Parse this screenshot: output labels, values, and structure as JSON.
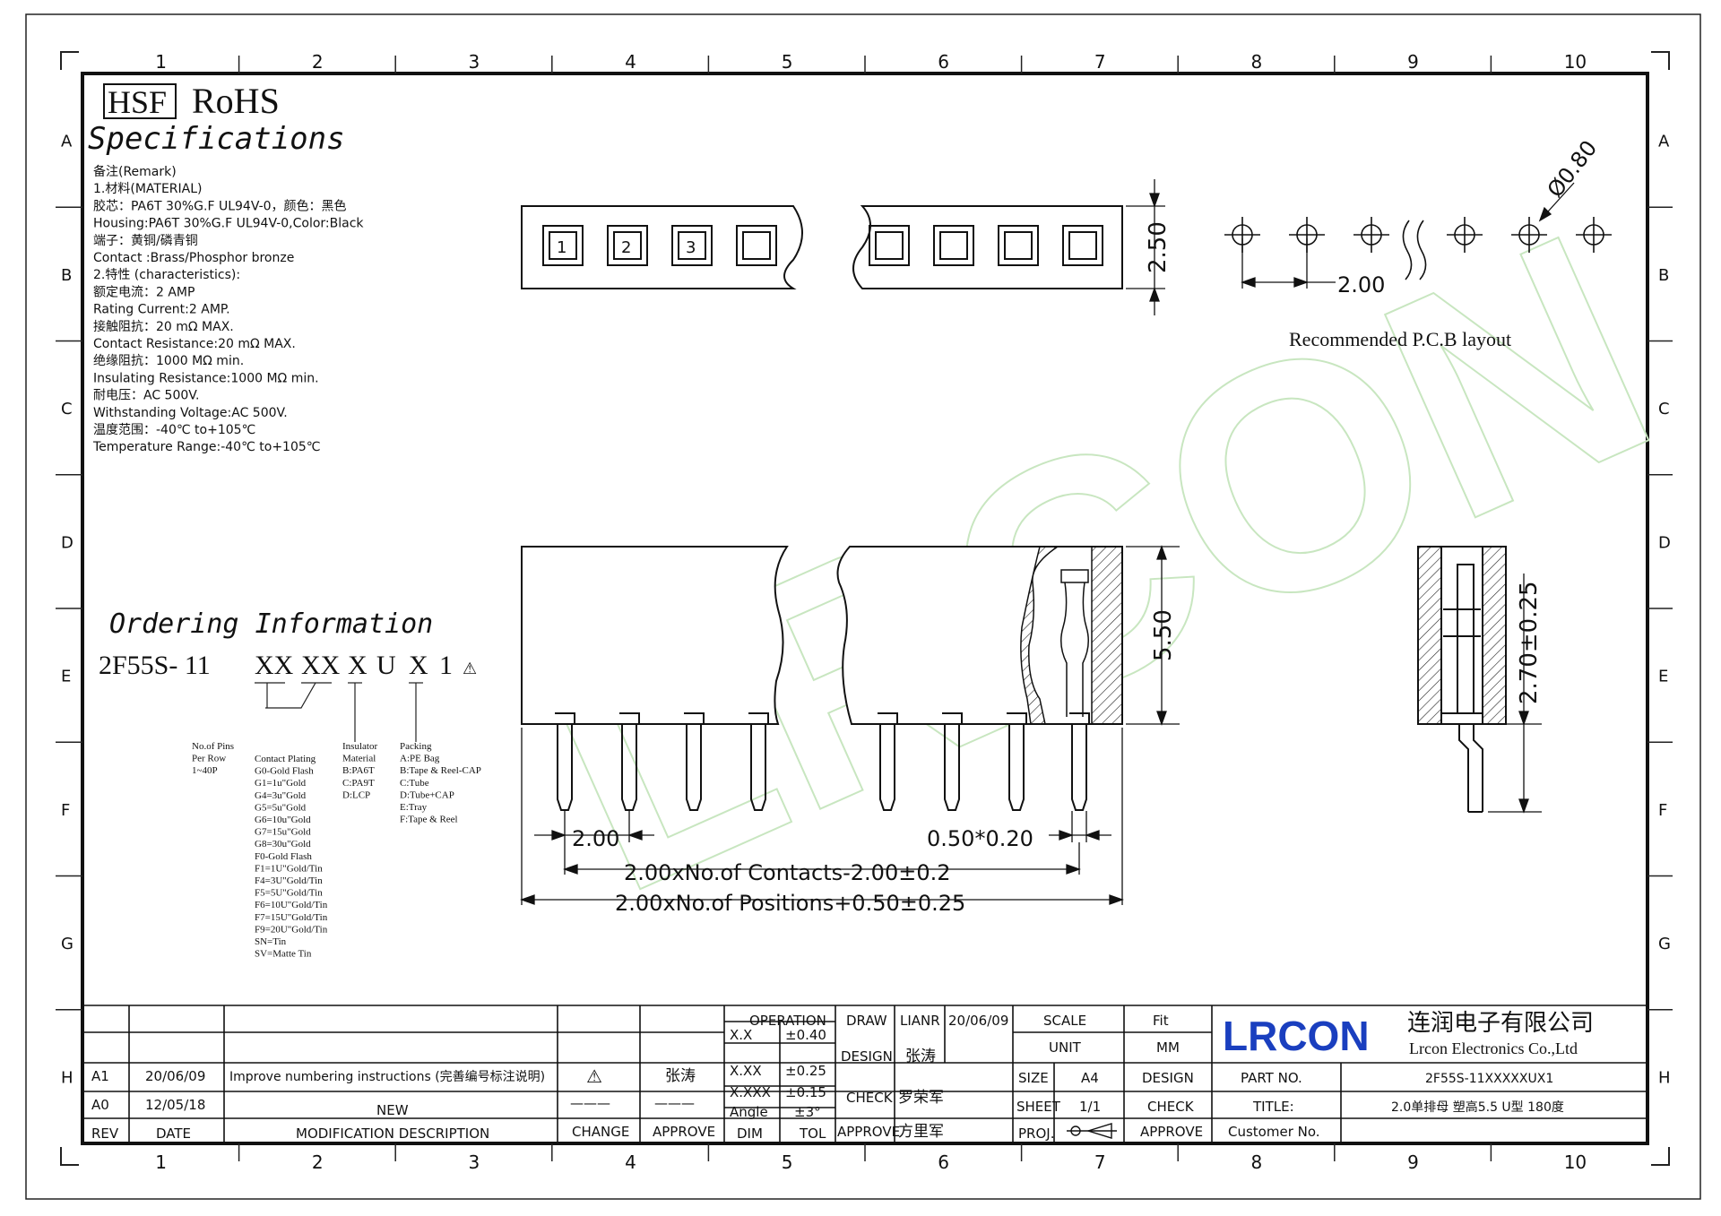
{
  "grid": {
    "columns": [
      "1",
      "2",
      "3",
      "4",
      "5",
      "6",
      "7",
      "8",
      "9",
      "10"
    ],
    "rows": [
      "A",
      "B",
      "C",
      "D",
      "E",
      "F",
      "G",
      "H"
    ]
  },
  "header": {
    "hsf": "HSF",
    "rohs": "RoHS",
    "title": "Specifications"
  },
  "specs": [
    "备注(Remark)",
    "1.材料(MATERIAL)",
    "胶芯：PA6T 30%G.F UL94V-0，颜色：黑色",
    "Housing:PA6T 30%G.F UL94V-0,Color:Black",
    "端子：黄铜/磷青铜",
    "Contact :Brass/Phosphor bronze",
    "2.特性 (characteristics):",
    "额定电流：2 AMP",
    "Rating Current:2 AMP.",
    "接触阻抗：20 mΩ MAX.",
    "Contact Resistance:20 mΩ MAX.",
    "绝缘阻抗：1000 MΩ min.",
    "Insulating Resistance:1000 MΩ  min.",
    "耐电压：AC 500V.",
    "Withstanding Voltage:AC 500V.",
    "温度范围：-40℃ to+105℃",
    "Temperature Range:-40℃ to+105℃"
  ],
  "ordering": {
    "title": "Ordering Information",
    "code_prefix": "2F55S- 11",
    "code_parts": [
      "XX",
      "XX",
      "X",
      "U",
      "X",
      "1"
    ],
    "pins_lines": [
      "No.of Pins",
      "Per Row",
      "1~40P"
    ],
    "plating_lines": [
      "Contact Plating",
      "G0-Gold Flash",
      "G1=1u\"Gold",
      "G4=3u\"Gold",
      "G5=5u\"Gold",
      "G6=10u\"Gold",
      "G7=15u\"Gold",
      "G8=30u\"Gold",
      "F0-Gold Flash",
      "F1=1U\"Gold/Tin",
      "F4=3U\"Gold/Tin",
      "F5=5U\"Gold/Tin",
      "F6=10U\"Gold/Tin",
      "F7=15U\"Gold/Tin",
      "F9=20U\"Gold/Tin",
      "SN=Tin",
      "SV=Matte Tin"
    ],
    "insulator_lines": [
      "Insulator",
      "Material",
      "B:PA6T",
      "C:PA9T",
      "D:LCP"
    ],
    "packing_lines": [
      "Packing",
      "A:PE Bag",
      "B:Tape & Reel-CAP",
      "C:Tube",
      "D:Tube+CAP",
      "E:Tray",
      "F:Tape & Reel"
    ]
  },
  "top_view": {
    "pin_numbers": [
      "1",
      "2",
      "3"
    ],
    "height_dim": "2.50"
  },
  "pcb": {
    "diameter_dim": "Ø0.80",
    "pitch_dim": "2.00",
    "caption": "Recommended P.C.B layout"
  },
  "front_view": {
    "height_dim": "5.50",
    "pitch_dim": "2.00",
    "pin_dim": "0.50*0.20",
    "contacts_dim": "2.00xNo.of Contacts-2.00±0.2",
    "positions_dim": "2.00xNo.of Positions+0.50±0.25"
  },
  "side_view": {
    "tail_dim": "2.70±0.25"
  },
  "watermark": "LRCON",
  "revisions": {
    "rows": [
      {
        "rev": "A1",
        "date": "20/06/09",
        "desc": "Improve numbering instructions (完善编号标注说明)",
        "change": "⚠",
        "approve": "张涛"
      },
      {
        "rev": "A0",
        "date": "12/05/18",
        "desc": "NEW",
        "change": "———",
        "approve": "———"
      }
    ],
    "headers": {
      "rev": "REV",
      "date": "DATE",
      "desc": "MODIFICATION DESCRIPTION",
      "change": "CHANGE",
      "approve": "APPROVE"
    }
  },
  "tolerance": {
    "title": "OPERATION",
    "rows": [
      {
        "dim": "X.X",
        "tol": "±0.40"
      },
      {
        "dim": "X.XX",
        "tol": "±0.25"
      },
      {
        "dim": "X.XXX",
        "tol": "±0.15"
      },
      {
        "dim": "Angle",
        "tol": "±3°"
      }
    ],
    "dim_label": "DIM",
    "tol_label": "TOL"
  },
  "signoff": {
    "draw_label": "DRAW",
    "draw_name": "LIANR",
    "draw_date": "20/06/09",
    "design_label": "DESIGN",
    "design_name": "张涛",
    "check_label": "CHECK",
    "check_name": "罗荣军",
    "approve_label": "APPROVE",
    "approve_name": "方里军"
  },
  "drawing_info": {
    "scale_label": "SCALE",
    "scale_value": "Fit",
    "unit_label": "UNIT",
    "unit_value": "MM",
    "size_label": "SIZE",
    "size_value": "A4",
    "sheet_label": "SHEET",
    "sheet_value": "1/1",
    "proj_label": "PROJ.",
    "design_label": "DESIGN",
    "check_label": "CHECK",
    "approve_label": "APPROVE"
  },
  "company": {
    "logo": "LRCON",
    "name_cn": "连润电子有限公司",
    "name_en": "Lrcon Electronics Co.,Ltd",
    "logo_color": "#1a3fbf"
  },
  "part": {
    "part_no_label": "PART NO.",
    "part_no": "2F55S-11XXXXXUX1",
    "title_label": "TITLE:",
    "title": "2.0单排母 塑高5.5 U型 180度",
    "customer_label": "Customer No.",
    "customer_value": ""
  }
}
